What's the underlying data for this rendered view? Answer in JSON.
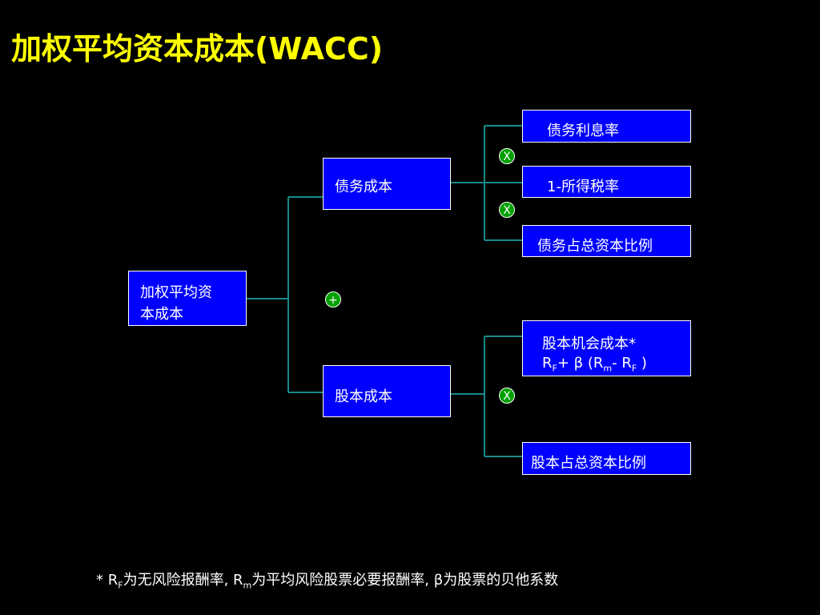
{
  "title": "加权平均资本成本(WACC)",
  "boxes": {
    "wacc_1": "加权平均资",
    "wacc_2": "本成本",
    "debt": "债务成本",
    "equity": "股本成本",
    "interest": "债务利息率",
    "tax": "1-所得税率",
    "debt_ratio": "债务占总资本比例",
    "eq_oc": "股本机会成本*",
    "eq_ratio": "股本占总资本比例"
  },
  "formula": {
    "rf": "R",
    "f": "F",
    "plus": "+ ",
    "beta": "β",
    "open": " (R",
    "m": "m",
    "minus": "- R",
    "f2": "F",
    "close": " )"
  },
  "ops": {
    "times": "X",
    "plus": "+"
  },
  "foot": {
    "star": "* ",
    "r1": "R",
    "f": "F",
    "t1": "为无风险报酬率, R",
    "m": "m",
    "t2": "为平均风险股票必要报酬率, ",
    "beta": "β",
    "t3": "为股票的贝他系数"
  }
}
